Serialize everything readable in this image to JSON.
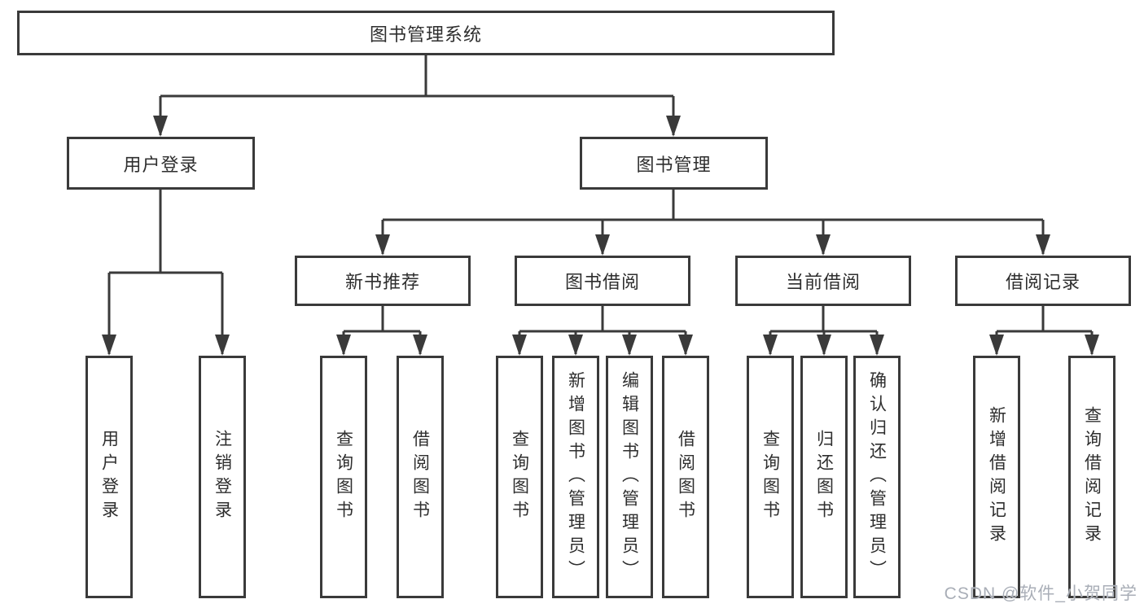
{
  "root": {
    "label": "图书管理系统"
  },
  "level2": [
    {
      "label": "用户登录"
    },
    {
      "label": "图书管理"
    }
  ],
  "level3": [
    {
      "label": "新书推荐"
    },
    {
      "label": "图书借阅"
    },
    {
      "label": "当前借阅"
    },
    {
      "label": "借阅记录"
    }
  ],
  "leaves": {
    "user_login": [
      "用户登录",
      "注销登录"
    ],
    "new_book_recommend": [
      "查询图书",
      "借阅图书"
    ],
    "book_borrow": [
      "查询图书",
      "新增图书（管理员）",
      "编辑图书（管理员）",
      "借阅图书"
    ],
    "current_borrow": [
      "查询图书",
      "归还图书",
      "确认归还（管理员）"
    ],
    "borrow_record": [
      "新增借阅记录",
      "查询借阅记录"
    ]
  },
  "watermark": {
    "text": "CSDN @软件_小贺同学"
  },
  "colors": {
    "line": "#3a3a3a",
    "text": "#2e2e2e",
    "watermark": "#a9aeb7",
    "background": "#ffffff"
  }
}
